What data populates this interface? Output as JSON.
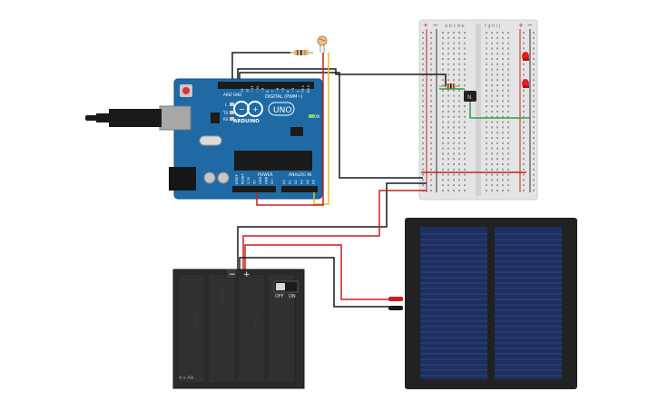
{
  "arduino": {
    "brand": "ARDUINO",
    "model": "UNO",
    "digital_header": "DIGITAL (PWM~)",
    "power_header": "POWER",
    "analog_header": "ANALOG IN",
    "on_label": "ON",
    "l_label": "L",
    "tx_label": "TX",
    "rx_label": "RX",
    "aref_label": "AREF",
    "gnd_label": "GND",
    "power_pins": [
      "IOREF",
      "RESET",
      "3.3V",
      "5V",
      "GND",
      "GND",
      "Vin"
    ],
    "analog_pins": [
      "A0",
      "A1",
      "A2",
      "A3",
      "A4",
      "A5"
    ],
    "digital_pins": [
      "13",
      "12",
      "~11",
      "~10",
      "~9",
      "8",
      "7",
      "~6",
      "~5",
      "4",
      "~3",
      "2",
      "TX 1",
      "RX 0"
    ],
    "board_color": "#1f6aa5"
  },
  "battery": {
    "label": "4 x AA",
    "switch_off": "OFF",
    "switch_on": "ON",
    "minus": "−",
    "plus": "+",
    "cell_text": "1.5V AA",
    "case_color": "#2b2b2b"
  },
  "breadboard": {
    "col_letters_left": "a b c d e",
    "col_letters_right": "f g h i j",
    "rail_plus": "+",
    "rail_minus": "−"
  },
  "wires": {
    "red": "#cc1f1f",
    "black": "#1a1a1a",
    "green": "#2ea043",
    "yellow": "#e3c21c"
  },
  "solar_panel": {
    "cell_color": "#1e2f5e",
    "frame_color": "#222222"
  }
}
